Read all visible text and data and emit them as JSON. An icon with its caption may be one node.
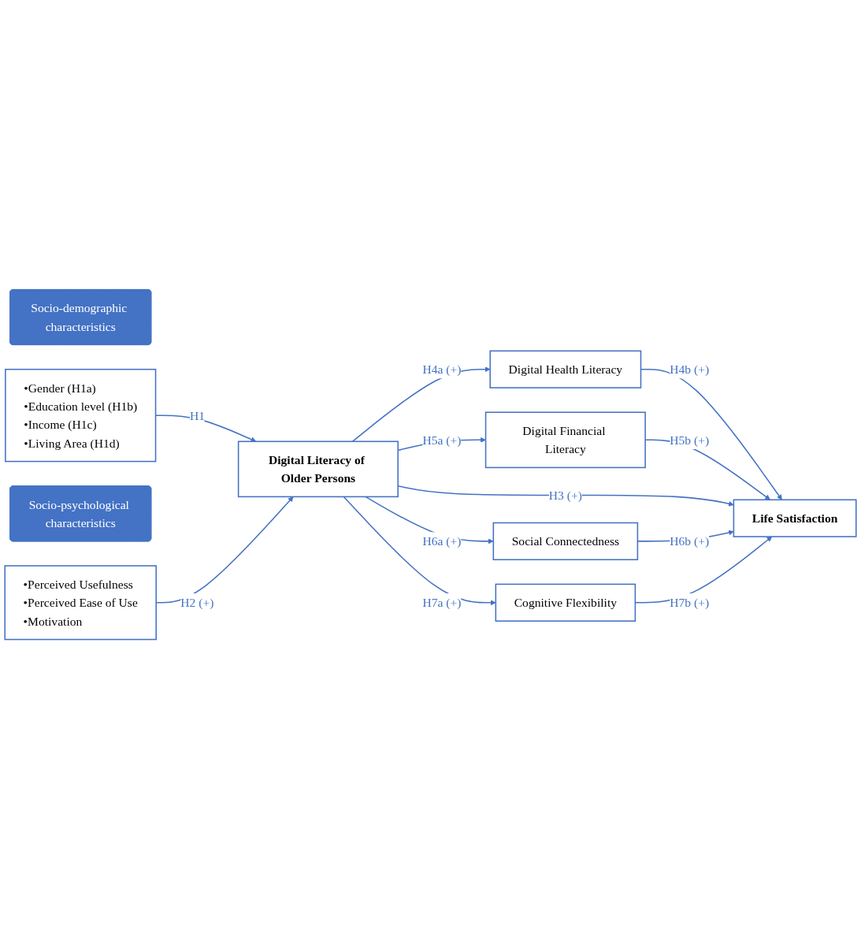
{
  "diagram": {
    "nodes": [
      {
        "text": [
          "Socio-demographic characteristics"
        ]
      },
      {
        "text": [
          "•Gender (H1a)",
          "•Education level (H1b)",
          "•Income (H1c)",
          "•Living Area (H1d)"
        ]
      },
      {
        "text": [
          "Socio-psychological characteristics"
        ]
      },
      {
        "text": [
          "•Perceived Usefulness",
          "•Perceived Ease of Use",
          "•Motivation"
        ]
      },
      {
        "text": [
          "Digital Literacy of Older Persons"
        ]
      },
      {
        "text": [
          "Digital Health Literacy"
        ]
      },
      {
        "text": [
          "Digital Financial Literacy"
        ]
      },
      {
        "text": [
          "Social Connectedness"
        ]
      },
      {
        "text": [
          "Cognitive Flexibility"
        ]
      },
      {
        "text": [
          "Life Satisfaction"
        ]
      }
    ],
    "edges": [
      {
        "from": 1,
        "to": 4,
        "arrow": "to",
        "label": "H1"
      },
      {
        "from": 3,
        "to": 4,
        "arrow": "to",
        "label": "H2 (+)"
      },
      {
        "from": 4,
        "to": 5,
        "arrow": "to",
        "label": "H4a (+)"
      },
      {
        "from": 5,
        "to": 9,
        "arrow": "to",
        "label": "H4b (+)"
      },
      {
        "from": 4,
        "to": 6,
        "arrow": "to",
        "label": "H5a (+)"
      },
      {
        "from": 6,
        "to": 9,
        "arrow": "to",
        "label": "H5b (+)"
      },
      {
        "from": 4,
        "to": 9,
        "arrow": "to",
        "label": "H3 (+)"
      },
      {
        "from": 4,
        "to": 7,
        "arrow": "to",
        "label": "H6a (+)"
      },
      {
        "from": 7,
        "to": 9,
        "arrow": "to",
        "label": "H6b (+)"
      },
      {
        "from": 4,
        "to": 8,
        "arrow": "to",
        "label": "H7a (+)"
      },
      {
        "from": 8,
        "to": 9,
        "arrow": "to",
        "label": "H7b (+)"
      }
    ]
  }
}
